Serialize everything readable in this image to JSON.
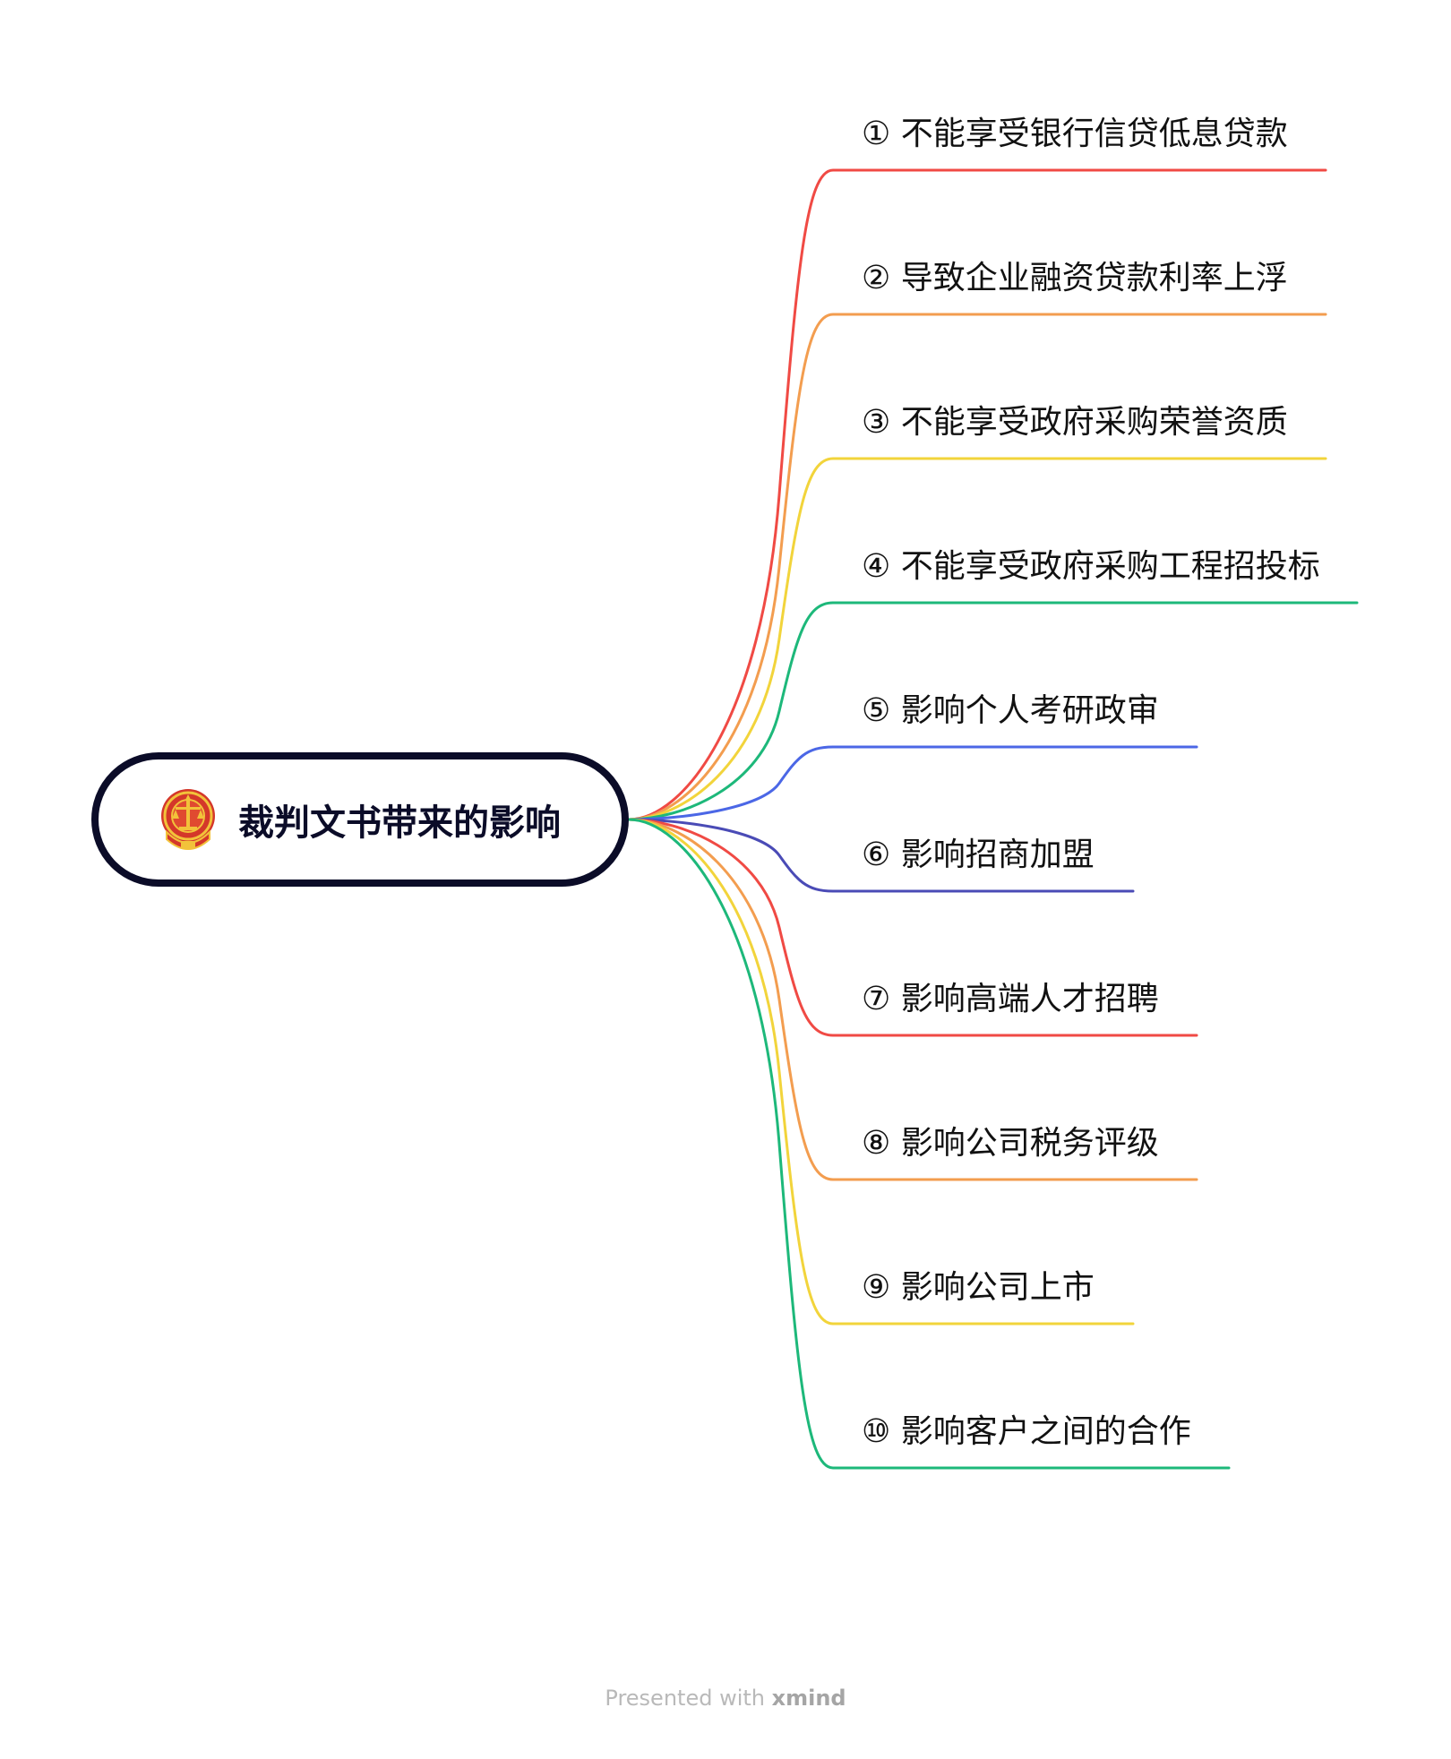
{
  "root": {
    "label": "裁判文书带来的影响",
    "icon": "court-emblem-icon"
  },
  "branches": [
    {
      "label": "① 不能享受银行信贷低息贷款",
      "color": "#f04a44"
    },
    {
      "label": "② 导致企业融资贷款利率上浮",
      "color": "#f39d4f"
    },
    {
      "label": "③ 不能享受政府采购荣誉资质",
      "color": "#f2d43b"
    },
    {
      "label": "④ 不能享受政府采购工程招投标",
      "color": "#1db87a"
    },
    {
      "label": "⑤ 影响个人考研政审",
      "color": "#4b67e6"
    },
    {
      "label": "⑥ 影响招商加盟",
      "color": "#4a4bb6"
    },
    {
      "label": "⑦ 影响高端人才招聘",
      "color": "#f04a44"
    },
    {
      "label": "⑧ 影响公司税务评级",
      "color": "#f39d4f"
    },
    {
      "label": "⑨ 影响公司上市",
      "color": "#f2d43b"
    },
    {
      "label": "⑩ 影响客户之间的合作",
      "color": "#1db87a"
    }
  ],
  "footer": {
    "prefix": "Presented with ",
    "brand": "xmind"
  }
}
